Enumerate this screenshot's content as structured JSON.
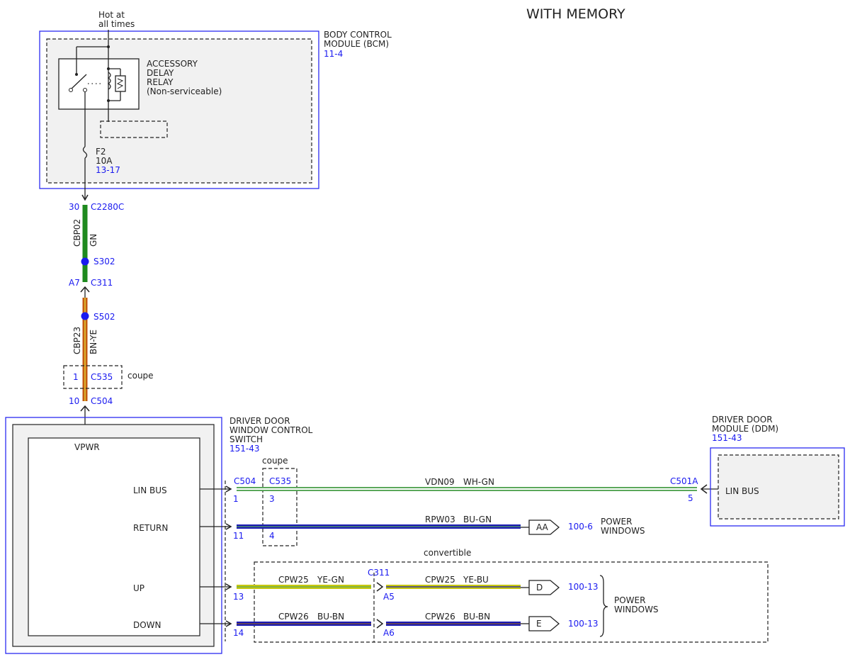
{
  "title": "WITH MEMORY",
  "colors": {
    "link": "#1a1af0",
    "GN": "#1e8a1e",
    "BN_YE": "#c25a10",
    "WH_GN": "#5ba85b",
    "BU": "#1a1ab4",
    "YE": "#c8c80f",
    "splice": "#1a1af0"
  },
  "supply": {
    "line1": "Hot at",
    "line2": "all times"
  },
  "bcm": {
    "name_line1": "BODY CONTROL",
    "name_line2": "MODULE (BCM)",
    "ref": "11-4",
    "relay_line1": "ACCESSORY",
    "relay_line2": "DELAY",
    "relay_line3": "RELAY",
    "relay_line4": "(Non-serviceable)",
    "fuse_name": "F2",
    "fuse_rating": "10A",
    "fuse_ref": "13-17"
  },
  "vertical": {
    "c2280c_pin": "30",
    "c2280c": "C2280C",
    "circuit1": "CBP02",
    "color1": "GN",
    "splice1": "S302",
    "c311_pin": "A7",
    "c311": "C311",
    "splice2": "S502",
    "circuit2": "CBP23",
    "color2": "BN-YE",
    "c535_pin": "1",
    "c535": "C535",
    "c535_note": "coupe",
    "c504_pin": "10",
    "c504": "C504"
  },
  "switch": {
    "name_line1": "DRIVER DOOR",
    "name_line2": "WINDOW CONTROL",
    "name_line3": "SWITCH",
    "ref": "151-43",
    "vpwr": "VPWR",
    "lin_bus": "LIN BUS",
    "return": "RETURN",
    "up": "UP",
    "down": "DOWN"
  },
  "ddm": {
    "name_line1": "DRIVER DOOR",
    "name_line2": "MODULE (DDM)",
    "ref": "151-43",
    "lin_bus": "LIN BUS"
  },
  "harness": {
    "c504": "C504",
    "c535": "C535",
    "coupe": "coupe",
    "convertible": "convertible",
    "c311": "C311",
    "c501a": "C501A",
    "lin": {
      "pin_c504": "1",
      "pin_c535": "3",
      "pin_c501a": "5",
      "circuit": "VDN09",
      "color": "WH-GN"
    },
    "return": {
      "pin_c504": "11",
      "pin_c535": "4",
      "circuit": "RPW03",
      "color": "BU-GN",
      "dest": "AA",
      "ref": "100-6",
      "dest_label1": "POWER",
      "dest_label2": "WINDOWS"
    },
    "up": {
      "pin_c504": "13",
      "pin_c311": "A5",
      "circuit_a": "CPW25",
      "color_a": "YE-GN",
      "circuit_b": "CPW25",
      "color_b": "YE-BU",
      "dest": "D",
      "ref": "100-13"
    },
    "down": {
      "pin_c504": "14",
      "pin_c311": "A6",
      "circuit_a": "CPW26",
      "color_a": "BU-BN",
      "circuit_b": "CPW26",
      "color_b": "BU-BN",
      "dest": "E",
      "ref": "100-13"
    },
    "pw_label1": "POWER",
    "pw_label2": "WINDOWS"
  }
}
